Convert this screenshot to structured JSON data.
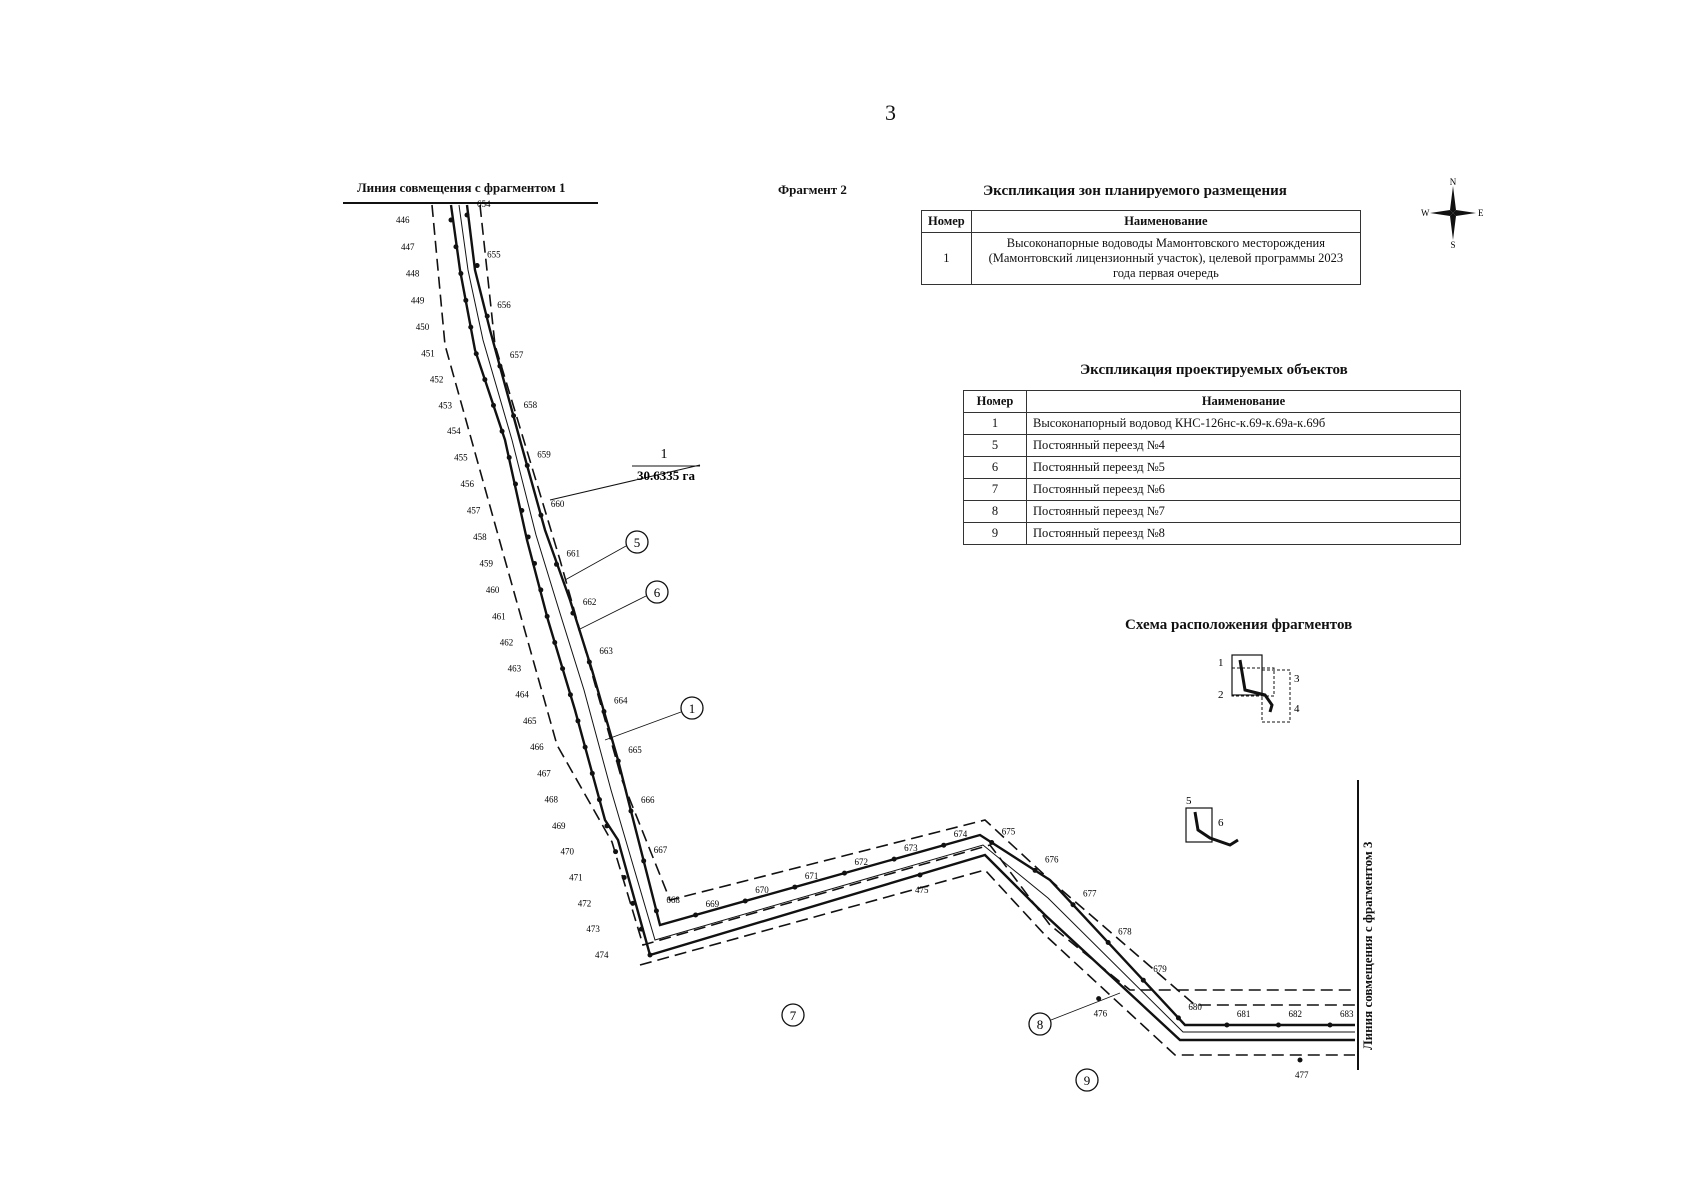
{
  "page_number": "3",
  "fragment_title": "Фрагмент 2",
  "line_top_label": "Линия совмещения с фрагментом 1",
  "line_right_label": "Линия совмещения с фрагментом 3",
  "zone_area": {
    "number": "1",
    "area": "30.6335 га"
  },
  "table_zones": {
    "title": "Экспликация зон планируемого размещения",
    "col_number": "Номер",
    "col_name": "Наименование",
    "rows": [
      {
        "number": "1",
        "name": "Высоконапорные водоводы Мамонтовского месторождения (Мамонтовский лицензионный участок), целевой программы 2023 года первая очередь"
      }
    ]
  },
  "table_objects": {
    "title": "Экспликация проектируемых объектов",
    "col_number": "Номер",
    "col_name": "Наименование",
    "rows": [
      {
        "number": "1",
        "name": "Высоконапорный водовод КНС-126нс-к.69-к.69а-к.69б"
      },
      {
        "number": "5",
        "name": "Постоянный переезд №4"
      },
      {
        "number": "6",
        "name": "Постоянный переезд №5"
      },
      {
        "number": "7",
        "name": "Постоянный переезд №6"
      },
      {
        "number": "8",
        "name": "Постоянный переезд №7"
      },
      {
        "number": "9",
        "name": "Постоянный переезд №8"
      }
    ]
  },
  "scheme_title": "Схема расположения фрагментов",
  "scheme_labels": [
    "1",
    "2",
    "3",
    "4",
    "5",
    "6"
  ],
  "compass": {
    "n": "N",
    "s": "S",
    "w": "W",
    "e": "E"
  },
  "callouts": [
    "5",
    "6",
    "1",
    "7",
    "8",
    "9"
  ],
  "left_points": [
    "446",
    "447",
    "448",
    "449",
    "450",
    "451",
    "452",
    "453",
    "454",
    "455",
    "456",
    "457",
    "458",
    "459",
    "460",
    "461",
    "462",
    "463",
    "464",
    "465",
    "466",
    "467",
    "468",
    "469",
    "470",
    "471",
    "472",
    "473",
    "474"
  ],
  "right_points": [
    "654",
    "655",
    "656",
    "657",
    "658",
    "659",
    "660",
    "661",
    "662",
    "663",
    "664",
    "665",
    "666",
    "667",
    "668",
    "669",
    "670",
    "671",
    "672",
    "673",
    "674",
    "675",
    "676",
    "677",
    "678",
    "679",
    "680",
    "681",
    "682",
    "683"
  ],
  "bottom_points": [
    "475",
    "476",
    "477"
  ]
}
